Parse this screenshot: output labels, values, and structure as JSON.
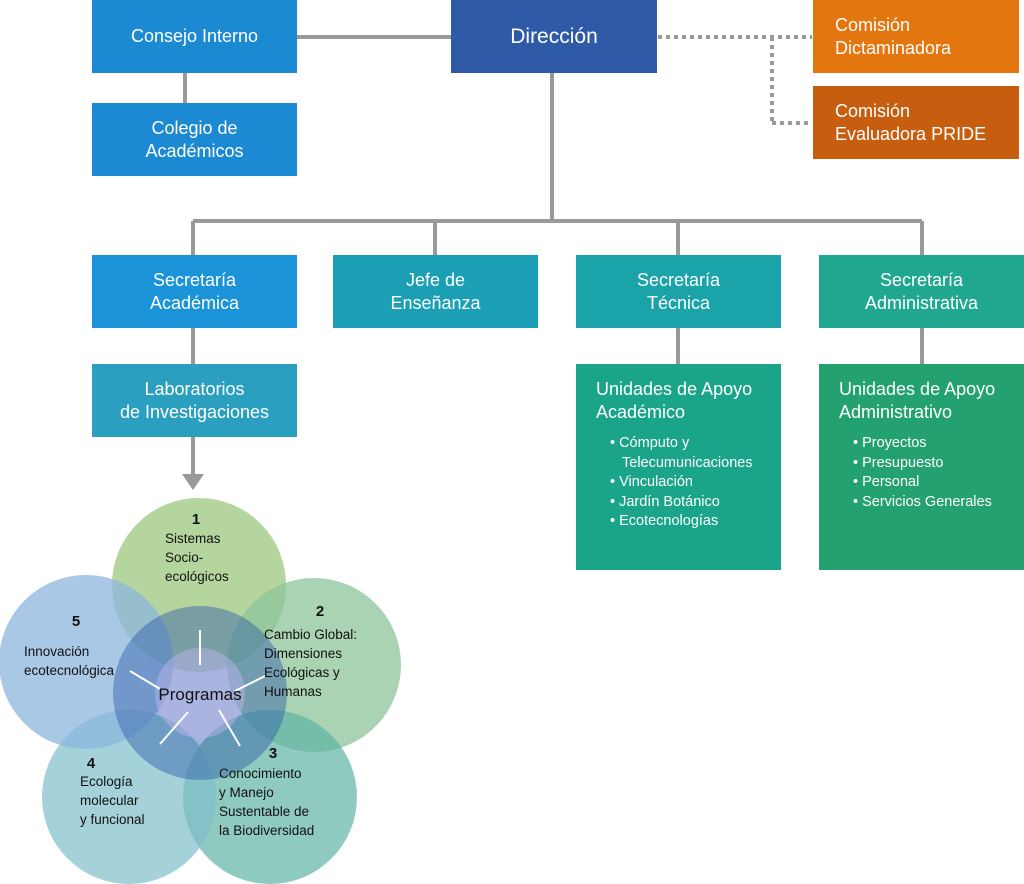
{
  "direccion": "Dirección",
  "consejo": "Consejo Interno",
  "colegio": [
    "Colegio de",
    "Académicos"
  ],
  "comision1": [
    "Comisión",
    "Dictaminadora"
  ],
  "comision2": [
    "Comisión",
    "Evaluadora PRIDE"
  ],
  "secretaria_academica": [
    "Secretaría",
    "Académica"
  ],
  "jefe": [
    "Jefe de",
    "Enseñanza"
  ],
  "secretaria_tecnica": [
    "Secretaría",
    "Técnica"
  ],
  "secretaria_admin": [
    "Secretaría",
    "Administrativa"
  ],
  "laboratorios": [
    "Laboratorios",
    "de Investigaciones"
  ],
  "unidades_academico": {
    "title": [
      "Unidades de Apoyo",
      "Académico"
    ],
    "items": [
      "Cómputo y",
      "Telecumunicaciones",
      "Vinculación",
      "Jardín Botánico",
      "Ecotecnologías"
    ]
  },
  "unidades_admin": {
    "title": [
      "Unidades de Apoyo",
      "Administrativo"
    ],
    "items": [
      "Proyectos",
      "Presupuesto",
      "Personal",
      "Servicios Generales"
    ]
  },
  "venn": {
    "center": "Programas",
    "programs": [
      {
        "num": "1",
        "lines": [
          "Sistemas",
          "Socio-",
          "ecológicos"
        ]
      },
      {
        "num": "2",
        "lines": [
          "Cambio Global:",
          "Dimensiones",
          "Ecológicas y",
          "Humanas"
        ]
      },
      {
        "num": "3",
        "lines": [
          "Conocimiento",
          "y Manejo",
          "Sustentable de",
          "la Biodiversidad"
        ]
      },
      {
        "num": "4",
        "lines": [
          "Ecología",
          "molecular",
          "y funcional"
        ]
      },
      {
        "num": "5",
        "lines": [
          "Innovación",
          "ecotecnológica"
        ]
      }
    ]
  },
  "colors": {
    "direccion": "#2e5aa8",
    "blue": "#1b8ad2",
    "teal": "#1b9fb5",
    "tealgreen": "#1aa593",
    "green": "#23a26f",
    "orange1": "#e3760f",
    "orange2": "#c75e0f",
    "connector": "#999999"
  }
}
